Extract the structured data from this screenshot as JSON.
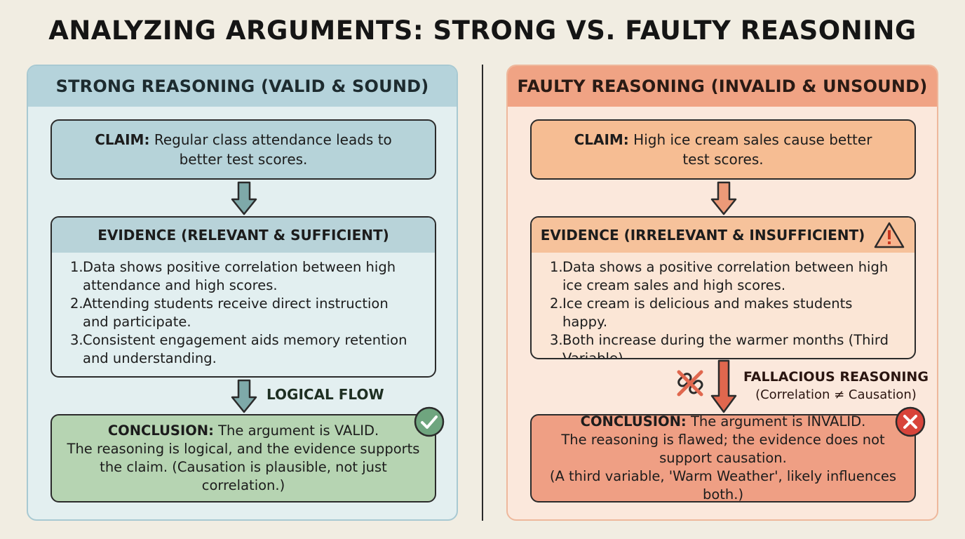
{
  "title": "ANALYZING ARGUMENTS: STRONG VS. FAULTY REASONING",
  "strong": {
    "header": "STRONG REASONING (VALID & SOUND)",
    "claim_label": "CLAIM:",
    "claim_text": "Regular class attendance leads to better test scores.",
    "evidence_title": "EVIDENCE (RELEVANT & SUFFICIENT)",
    "evidence": [
      {
        "num": "1.",
        "text": "Data shows positive correlation between high attendance and high scores."
      },
      {
        "num": "2.",
        "text": "Attending students receive direct instruction and participate."
      },
      {
        "num": "3.",
        "text": "Consistent engagement aids memory retention and understanding."
      }
    ],
    "flow_label": "LOGICAL FLOW",
    "conclusion_label": "CONCLUSION:",
    "conclusion_lead": "The argument is VALID.",
    "conclusion_body": "The reasoning is logical, and the evidence supports the claim. (Causation is plausible, not just correlation.)",
    "accent": "#5f8f8c"
  },
  "faulty": {
    "header": "FAULTY REASONING (INVALID & UNSOUND)",
    "claim_label": "CLAIM:",
    "claim_text": "High ice cream sales cause better test scores.",
    "evidence_title": "EVIDENCE (IRRELEVANT & INSUFFICIENT)",
    "evidence": [
      {
        "num": "1.",
        "text": "Data shows a positive correlation between high ice cream sales and high scores."
      },
      {
        "num": "2.",
        "text": "Ice cream is delicious and makes students happy."
      },
      {
        "num": "3.",
        "text": "Both increase during the warmer months (Third Variable)."
      }
    ],
    "fallacy_title": "FALLACIOUS REASONING",
    "fallacy_sub": "(Correlation ≠ Causation)",
    "conclusion_label": "CONCLUSION:",
    "conclusion_lead": "The argument is INVALID.",
    "conclusion_body1": "The reasoning is flawed; the evidence does not support causation.",
    "conclusion_body2": "(A third variable, 'Warm Weather', likely influences both.)",
    "accent": "#e0745b"
  }
}
